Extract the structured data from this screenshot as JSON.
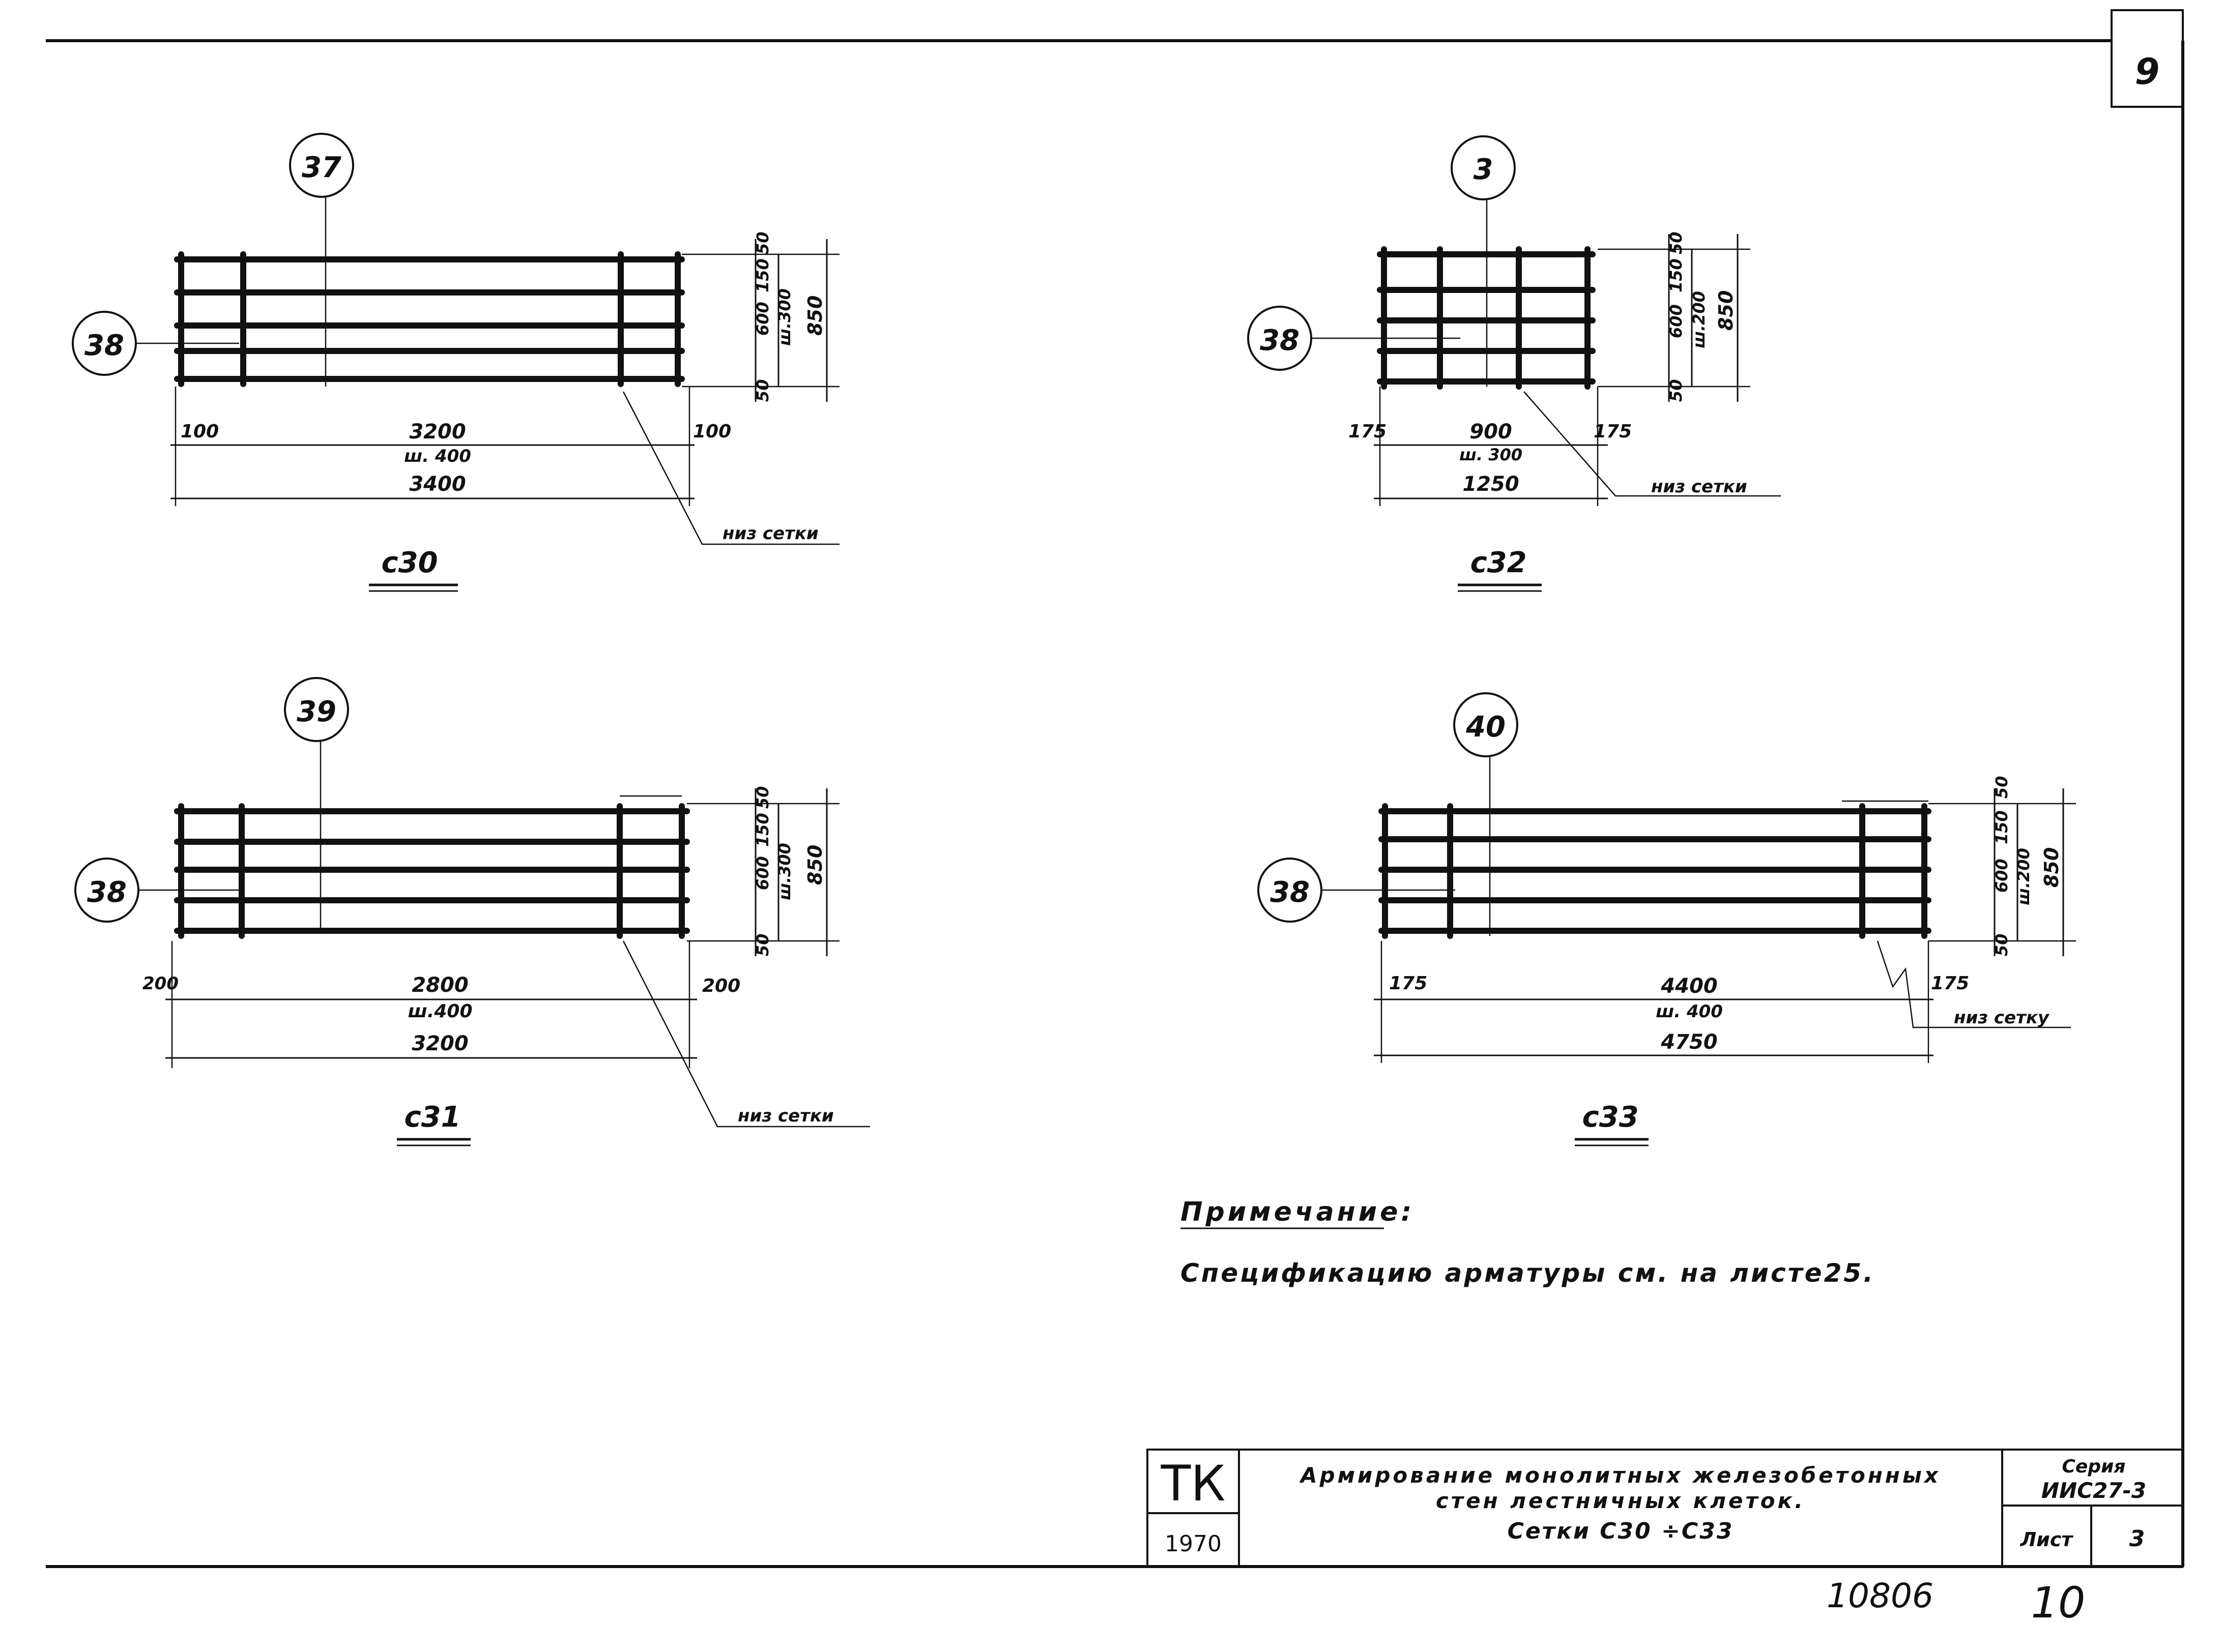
{
  "sheet_corner_number": "9",
  "nets": [
    {
      "id": "c30",
      "title": "с30",
      "top_mark": "37",
      "side_mark": "38",
      "dim_left": "100",
      "dim_mid": "3200",
      "dim_mid_pitch": "ш. 400",
      "dim_right": "100",
      "dim_total": "3400",
      "vdim_top": "50",
      "vdim_pitch": "150",
      "vdim_inner": "600",
      "vdim_inner_pitch": "ш.300",
      "vdim_bottom": "50",
      "vdim_total": "850",
      "note": "низ сетки"
    },
    {
      "id": "c32",
      "title": "с32",
      "top_mark": "3",
      "side_mark": "38",
      "dim_left": "175",
      "dim_mid": "900",
      "dim_mid_pitch": "ш. 300",
      "dim_right": "175",
      "dim_total": "1250",
      "vdim_top": "50",
      "vdim_pitch": "150",
      "vdim_inner": "600",
      "vdim_inner_pitch": "ш.200",
      "vdim_bottom": "50",
      "vdim_total": "850",
      "note": "низ сетки"
    },
    {
      "id": "c31",
      "title": "с31",
      "top_mark": "39",
      "side_mark": "38",
      "dim_left": "200",
      "dim_mid": "2800",
      "dim_mid_pitch": "ш.400",
      "dim_right": "200",
      "dim_total": "3200",
      "vdim_top": "50",
      "vdim_pitch": "150",
      "vdim_inner": "600",
      "vdim_inner_pitch": "ш.300",
      "vdim_bottom": "50",
      "vdim_total": "850",
      "note": "низ сетки"
    },
    {
      "id": "c33",
      "title": "с33",
      "top_mark": "40",
      "side_mark": "38",
      "dim_left": "175",
      "dim_mid": "4400",
      "dim_mid_pitch": "ш. 400",
      "dim_right": "175",
      "dim_total": "4750",
      "vdim_top": "50",
      "vdim_pitch": "150",
      "vdim_inner": "600",
      "vdim_inner_pitch": "ш.200",
      "vdim_bottom": "50",
      "vdim_total": "850",
      "note": "низ сетку"
    }
  ],
  "note": {
    "heading": "Примечание:",
    "text": "Спецификацию арматуры см. на листе25."
  },
  "title_block": {
    "org": "ТК",
    "year": "1970",
    "title_line1": "Армирование монолитных железобетонных",
    "title_line2": "стен лестничных клеток.",
    "title_line3": "Сетки С30 ÷С33",
    "series_label": "Серия",
    "series_value": "ИИС27-3",
    "sheet_label": "Лист",
    "sheet_value": "3"
  },
  "footer": {
    "stamp_number": "10806",
    "page_number": "10"
  }
}
